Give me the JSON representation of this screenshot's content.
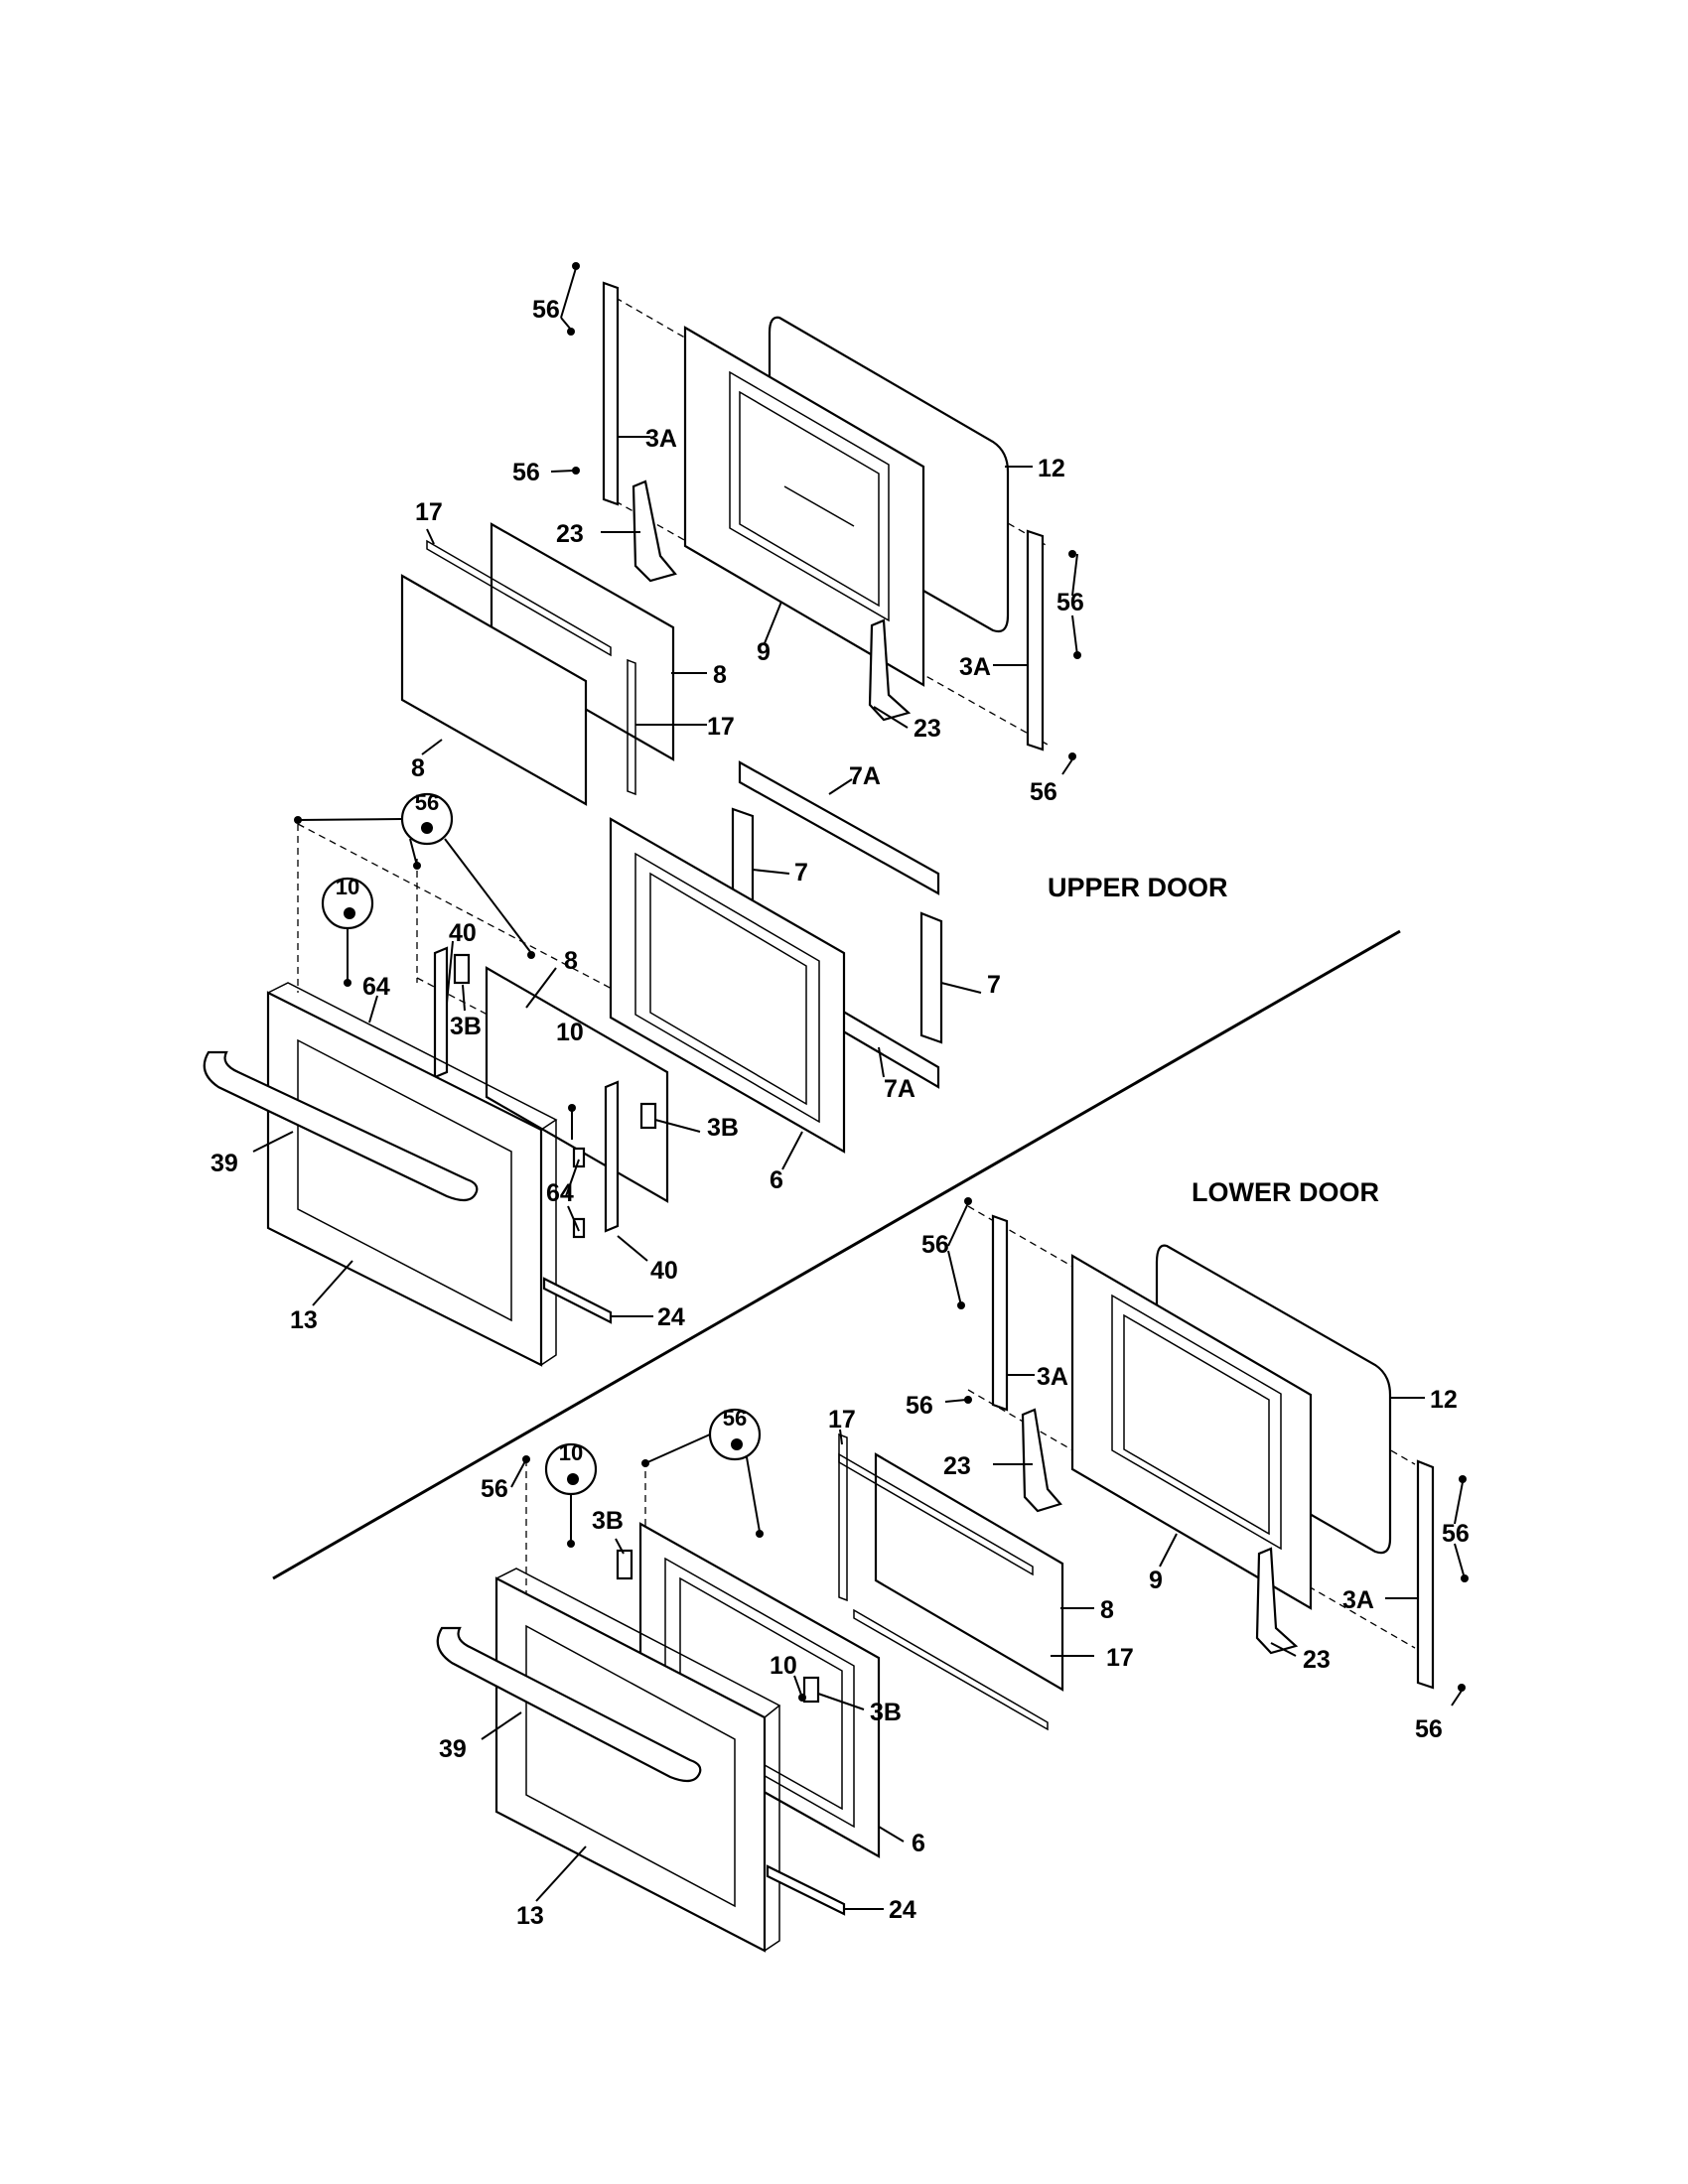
{
  "sections": {
    "upper_door": "UPPER DOOR",
    "lower_door": "LOWER DOOR"
  },
  "part_numbers": {
    "p3A": "3A",
    "p3B": "3B",
    "p6": "6",
    "p7": "7",
    "p7A": "7A",
    "p8": "8",
    "p9": "9",
    "p10": "10",
    "p12": "12",
    "p13": "13",
    "p17": "17",
    "p23": "23",
    "p24": "24",
    "p39": "39",
    "p40": "40",
    "p56": "56",
    "p64": "64"
  }
}
